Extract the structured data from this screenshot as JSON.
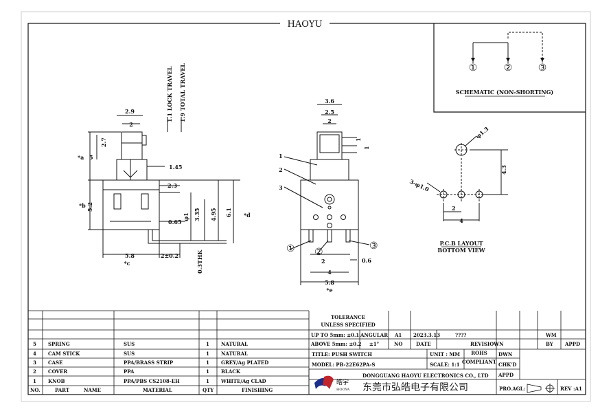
{
  "header": {
    "brand": "HAOYU"
  },
  "schematic": {
    "pins": [
      "①",
      "②",
      "③"
    ],
    "label": "SCHEMATIC (NON-SHORTING)"
  },
  "side_view": {
    "dims": {
      "w29": "2.9",
      "w2": "2",
      "lock": "1.1 LOCK TRAVEL",
      "total": "1.9 TOTAL TRAVEL",
      "h27": "2.7",
      "a": "*a",
      "a5": "5",
      "d145": "1.45",
      "d23": "2.3",
      "b": "*b",
      "b52": "5.2",
      "phi1": "φ1",
      "d335": "3.35",
      "d495": "4.95",
      "d61": "6.1",
      "d": "*d",
      "d065": "0.65",
      "w58": "5.8",
      "c": "*c",
      "w2pm": "2±0.2",
      "thk": "0.3THK"
    }
  },
  "front_view": {
    "dims": {
      "w36": "3.6",
      "w25": "2.5",
      "w2": "2",
      "d1a": "1",
      "d1b": "1",
      "d2": "2",
      "d4": "4",
      "d06": "0.6",
      "w58": "5.8",
      "e": "*e"
    },
    "callouts": [
      "1",
      "2",
      "3"
    ],
    "pins": [
      "①",
      "②",
      "③"
    ]
  },
  "pcb": {
    "dims": {
      "big": "φ1.3",
      "small": "3-φ1.0",
      "v43": "4.3",
      "h2": "2",
      "h4": "4"
    },
    "title": "P.C.B LAYOUT",
    "subtitle": "BOTTOM VIEW"
  },
  "bom": {
    "rows": [
      {
        "no": "5",
        "part": "SPRING",
        "material": "SUS",
        "qty": "1",
        "finishing": "NATURAL"
      },
      {
        "no": "4",
        "part": "CAM STICK",
        "material": "SUS",
        "qty": "1",
        "finishing": "NATURAL"
      },
      {
        "no": "3",
        "part": "CASE",
        "material": "PPA/BRASS STRIP",
        "qty": "1",
        "finishing": "GREY/Ag PLATED"
      },
      {
        "no": "2",
        "part": "COVER",
        "material": "PPA",
        "qty": "1",
        "finishing": "BLACK"
      },
      {
        "no": "1",
        "part": "KNOB",
        "material": "PPA/PBS CS2108-EH",
        "qty": "1",
        "finishing": "WHITE/Ag CLAD"
      }
    ],
    "headers": {
      "no": "NO.",
      "part": "PART",
      "name": "NAME",
      "material": "MATERIAL",
      "qty": "QTY",
      "finishing": "FINISHING"
    }
  },
  "title_block": {
    "tolerance": "TOLERANCE",
    "unless": "UNLESS   SPECIFIED",
    "up_to": "UP TO 5mm: ±0.1",
    "above": "ABOVE 5mm: ±0.2",
    "angular": "ANGULAR",
    "angular_val": "±1°",
    "rev_a1": "A1",
    "date_val": "2023.3.13",
    "rev_note": "????",
    "no": "NO",
    "date": "DATE",
    "revision": "REVISIOWN",
    "by": "BY",
    "appd_hdr": "APPD",
    "wm": "WM",
    "title": "TITLE: PUSH SWITCH",
    "model": "MODEL: PB-22E62PA-S",
    "unit": "UNIT : MM",
    "scale": "SCALE: 1:1",
    "rohs": "ROHS",
    "compliant": "COMPLIANT",
    "dwn": "DWN",
    "chkd": "CHK'D",
    "appd": "APPD",
    "company_en": "DONGGUANG HAOYU ELECTRONICS CO., LTD",
    "company_cn": "东莞市弘皓电子有限公司",
    "logo_cn": "皓宇",
    "logo_en": "HOOYA",
    "pro_agl": "PRO.AGL:",
    "rev": "REV :A1"
  }
}
